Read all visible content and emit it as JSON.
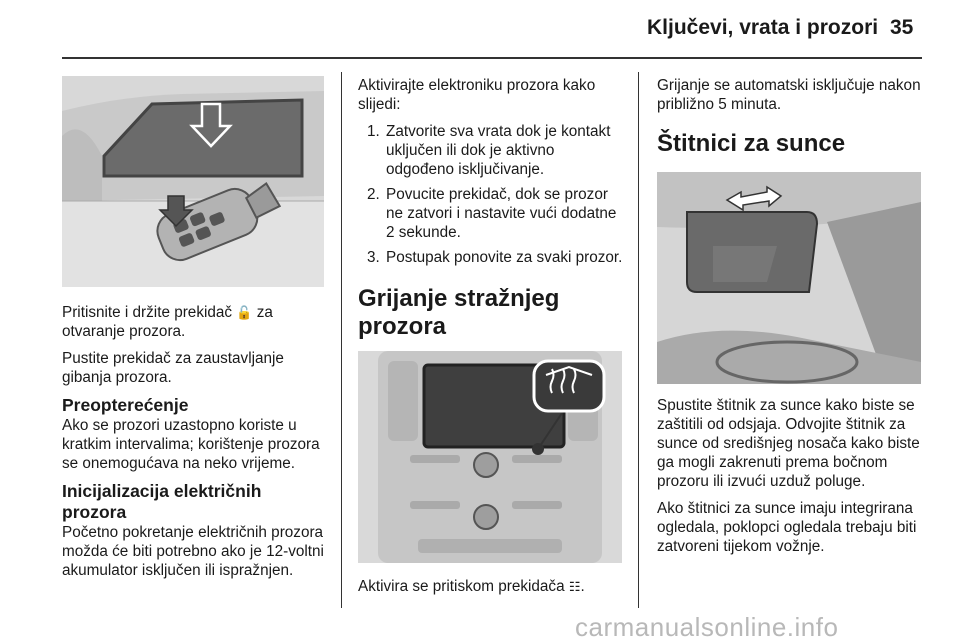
{
  "header": {
    "title": "Ključevi, vrata i prozori",
    "page_number": "35"
  },
  "col1": {
    "press_text": "Pritisnite i držite prekidač",
    "press_icon": "lock-open-icon",
    "press_after": "za otvaranje prozora.",
    "release_text": "Pustite prekidač za zaustavljanje gibanja prozora.",
    "overload_heading": "Preopterećenje",
    "overload_body": "Ako se prozori uzastopno koriste u kratkim intervalima; korištenje prozora se onemogućava na neko vrijeme.",
    "init_heading": "Inicijalizacija električnih prozora",
    "init_body": "Početno pokretanje električnih prozora možda će biti potrebno ako je 12-voltni akumulator isključen ili ispražnjen."
  },
  "col2": {
    "intro": "Aktivirajte elektroniku prozora kako slijedi:",
    "steps": [
      "Zatvorite sva vrata dok je kontakt uključen ili dok je aktivno odgođeno isključivanje.",
      "Povucite prekidač, dok se prozor ne zatvori i nastavite vući dodatne 2 sekunde.",
      "Postupak ponovite za svaki prozor."
    ],
    "rear_heading": "Grijanje stražnjeg prozora",
    "rear_activate": "Aktivira se pritiskom prekidača",
    "rear_icon": "rear-defrost-icon"
  },
  "col3": {
    "auto_off": "Grijanje se automatski isključuje nakon približno 5 minuta.",
    "sun_heading": "Štitnici za sunce",
    "sun_p1": "Spustite štitnik za sunce kako biste se zaštitili od odsjaja. Odvojite štitnik za sunce od središnjeg nosača kako biste ga mogli zakrenuti prema bočnom prozoru ili izvući uzduž poluge.",
    "sun_p2": "Ako štitnici za sunce imaju integrirana ogledala, poklopci ogledala trebaju biti zatvoreni tijekom vožnje."
  },
  "watermark": "carmanualsonline.info"
}
